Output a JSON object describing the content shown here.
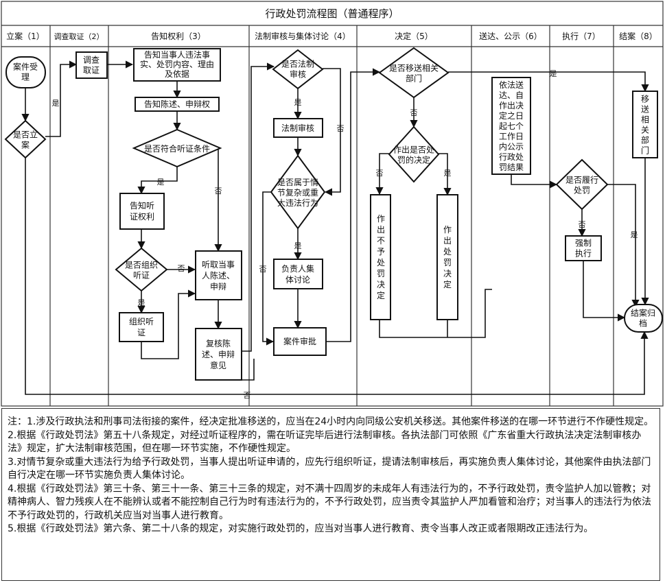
{
  "title": "行政处罚流程图（普通程序）",
  "lanes": [
    {
      "label": "立案（1）"
    },
    {
      "label": "调查取证（2）"
    },
    {
      "label": "告知权利（3）"
    },
    {
      "label": "法制审核与集体讨论（4）"
    },
    {
      "label": "决定（5）"
    },
    {
      "label": "送达、公示（6）"
    },
    {
      "label": "执行（7）"
    },
    {
      "label": "结案（8）"
    }
  ],
  "nodes": {
    "case_accept": [
      "案件受",
      "理"
    ],
    "is_filed": [
      "是否立",
      "案"
    ],
    "investigate": [
      "调查",
      "取证"
    ],
    "notify_facts": [
      "告知当事人违法事",
      "实、处罚内容、理由",
      "及依据"
    ],
    "notify_statement": [
      "告知陈述、申辩权"
    ],
    "hearing_condition": [
      "是否符合听证条件"
    ],
    "notify_hearing_right": [
      "告知听",
      "证权利"
    ],
    "organize_hearing_q": [
      "是否组织",
      "听证"
    ],
    "organize_hearing": [
      "组织听",
      "证"
    ],
    "listen_statement": [
      "听取当事",
      "人陈述、",
      "申辩"
    ],
    "review_statement": [
      "复核陈",
      "述、申辩",
      "意见"
    ],
    "legal_review_q": [
      "是否法制",
      "审核"
    ],
    "legal_review": [
      "法制审核"
    ],
    "complex_case_q": [
      "是否属于情",
      "节复杂或重",
      "大违法行为"
    ],
    "collective_discussion": [
      "负责人集",
      "体讨论"
    ],
    "case_approval": [
      "案件审批"
    ],
    "transfer_q": [
      "是否移送相关",
      "部门"
    ],
    "penalty_decision_q": [
      "作出是否处",
      "罚的决定"
    ],
    "no_penalty": [
      "作",
      "出",
      "不",
      "予",
      "处",
      "罚",
      "决",
      "定"
    ],
    "penalty": [
      "作",
      "出",
      "处",
      "罚",
      "决",
      "定"
    ],
    "serve_publish": [
      "依法送",
      "达、自",
      "作出决",
      "定之日",
      "起七个",
      "工作日",
      "内公示",
      "行政处",
      "罚结果"
    ],
    "performed_q": [
      "是否履行",
      "处罚"
    ],
    "enforce": [
      "强制",
      "执行"
    ],
    "transfer_archive": [
      "移",
      "送",
      "相",
      "关",
      "部",
      "门"
    ],
    "close_archive": [
      "结案归",
      "档"
    ]
  },
  "edge_labels": {
    "yes": "是",
    "no": "否"
  },
  "notes": [
    "注：1.涉及行政执法和刑事司法衔接的案件，经决定批准移送的，应当在24小时内向同级公安机关移送。其他案件移送的在哪一环节进行不作硬性规定。",
    "2.根据《行政处罚法》第五十八条规定，对经过听证程序的，需在听证完毕后进行法制审核。各执法部门可依照《广东省重大行政执法决定法制审核办法》规定，扩大法制审核范围，但在哪一环节实施，不作硬性规定。",
    "3.对情节复杂或重大违法行为给予行政处罚，当事人提出听证申请的，应先行组织听证，提请法制审核后，再实施负责人集体讨论，其他案件由执法部门自行决定在哪一环节实施负责人集体讨论。",
    "4.根据《行政处罚法》第三十条、第三十一条、第三十三条的规定，对不满十四周岁的未成年人有违法行为的，不予行政处罚，责令监护人加以管教；对精神病人、智力残疾人在不能辨认或者不能控制自己行为时有违法行为的，不予行政处罚，应当责令其监护人严加看管和治疗；对当事人的违法行为依法不予行政处罚的，行政机关应当对当事人进行教育。",
    "5.根据《行政处罚法》第六条、第二十八条的规定，对实施行政处罚的，应当对当事人进行教育、责令当事人改正或者限期改正违法行为。"
  ]
}
